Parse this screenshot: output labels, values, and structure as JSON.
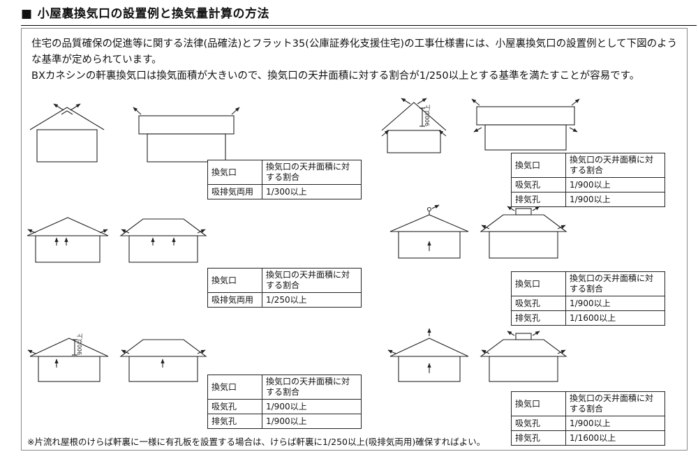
{
  "page": {
    "bullet": "■",
    "title": "小屋裏換気口の設置例と換気量計算の方法",
    "intro": {
      "p1": "住宅の品質確保の促進等に関する法律(品確法)とフラット35(公庫証券化支援住宅)の工事仕様書には、小屋裏換気口の設置例として下図のような基準が定められています。",
      "p2": "BXカネシンの軒裏換気口は換気面積が大きいので、換気口の天井面積に対する割合が1/250以上とする基準を満たすことが容易です。"
    },
    "footnote": "※片流れ屋根のけらば軒裏に一様に有孔板を設置する場合は、けらば軒裏に1/250以上(吸排気両用)確保すればよい。"
  },
  "labels": {
    "dim_900": "900以上"
  },
  "tables": [
    {
      "col1": "換気口",
      "col2": "換気口の天井面積に対する割合",
      "rows": [
        {
          "label": "吸排気両用",
          "value": "1/300以上"
        }
      ]
    },
    {
      "col1": "換気口",
      "col2": "換気口の天井面積に対する割合",
      "rows": [
        {
          "label": "吸気孔",
          "value": "1/900以上"
        },
        {
          "label": "排気孔",
          "value": "1/900以上"
        }
      ]
    },
    {
      "col1": "換気口",
      "col2": "換気口の天井面積に対する割合",
      "rows": [
        {
          "label": "吸排気両用",
          "value": "1/250以上"
        }
      ]
    },
    {
      "col1": "換気口",
      "col2": "換気口の天井面積に対する割合",
      "rows": [
        {
          "label": "吸気孔",
          "value": "1/900以上"
        },
        {
          "label": "排気孔",
          "value": "1/1600以上"
        }
      ]
    },
    {
      "col1": "換気口",
      "col2": "換気口の天井面積に対する割合",
      "rows": [
        {
          "label": "吸気孔",
          "value": "1/900以上"
        },
        {
          "label": "排気孔",
          "value": "1/900以上"
        }
      ]
    },
    {
      "col1": "換気口",
      "col2": "換気口の天井面積に対する割合",
      "rows": [
        {
          "label": "吸気孔",
          "value": "1/900以上"
        },
        {
          "label": "排気孔",
          "value": "1/1600以上"
        }
      ]
    }
  ]
}
